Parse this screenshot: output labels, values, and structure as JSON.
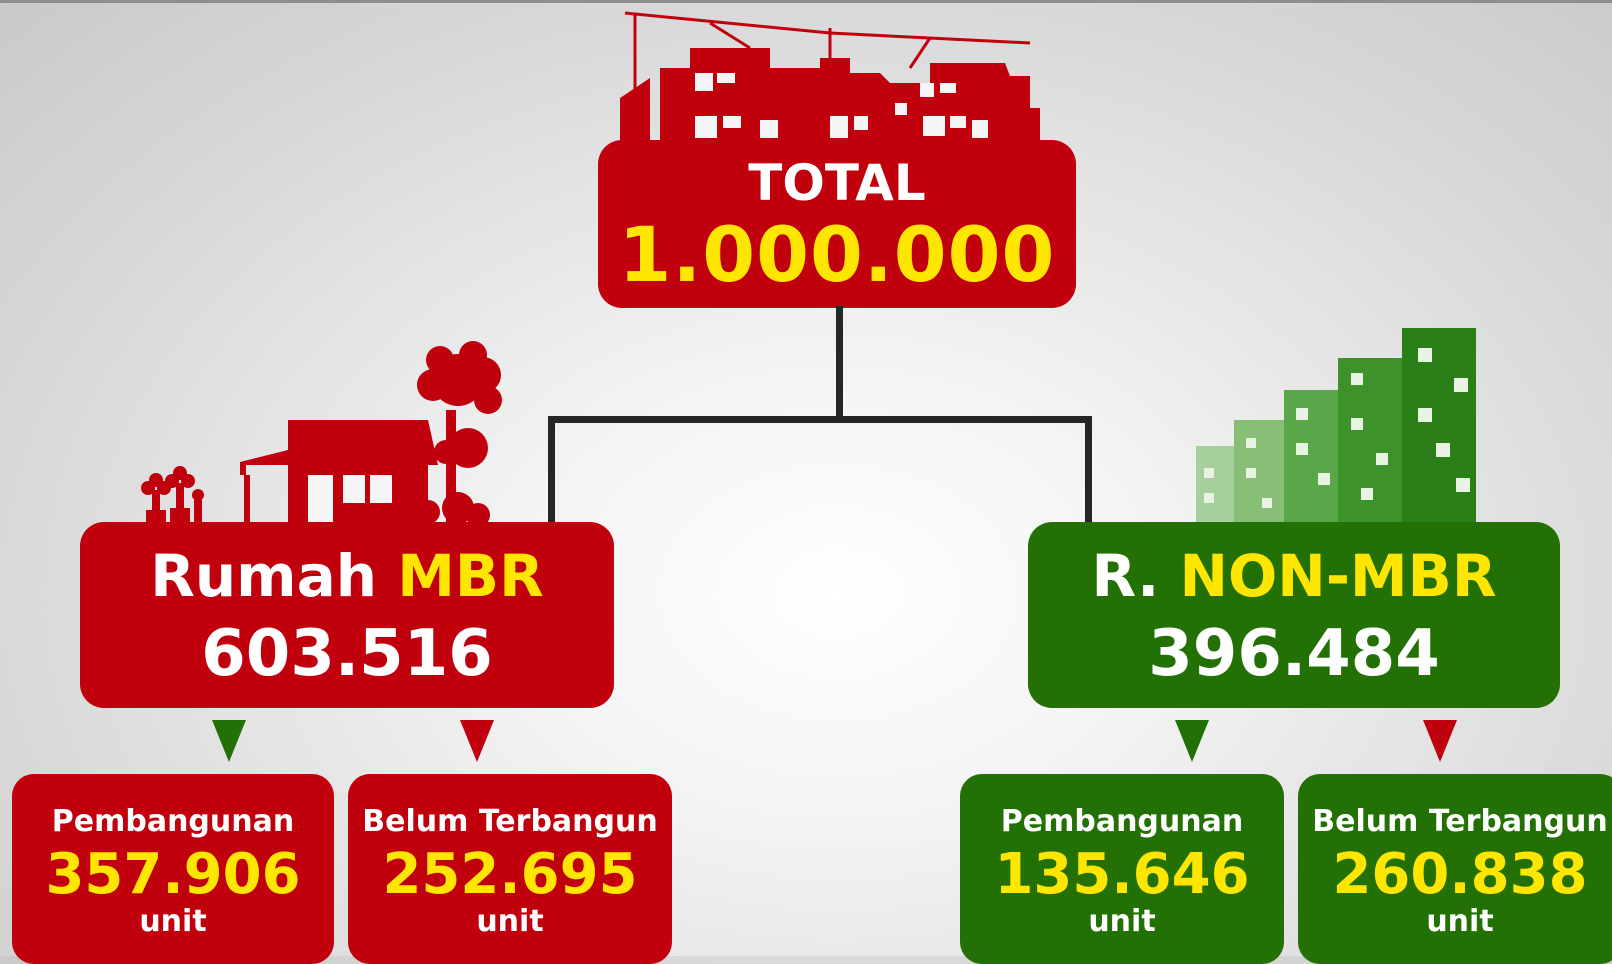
{
  "total": {
    "label": "TOTAL",
    "value": "1.000.000"
  },
  "mbr": {
    "title_prefix": "Rumah ",
    "title_highlight": "MBR",
    "value": "603.516",
    "children": [
      {
        "label": "Pembangunan",
        "value": "357.906",
        "unit": "unit",
        "arrow_color": "#237004"
      },
      {
        "label": "Belum Terbangun",
        "value": "252.695",
        "unit": "unit",
        "arrow_color": "#c1000e"
      }
    ]
  },
  "non_mbr": {
    "title_prefix": "R. ",
    "title_highlight": "NON-MBR",
    "value": "396.484",
    "children": [
      {
        "label": "Pembangunan",
        "value": "135.646",
        "unit": "unit",
        "arrow_color": "#237004"
      },
      {
        "label": "Belum Terbangun",
        "value": "260.838",
        "unit": "unit",
        "arrow_color": "#c1000e"
      }
    ]
  },
  "colors": {
    "red": "#c1000e",
    "green": "#237004",
    "highlight": "#ffe600",
    "connector": "#262626"
  },
  "icons": [
    "red-houses-cluster-icon",
    "red-house-with-tree-icon",
    "green-buildings-icon"
  ]
}
